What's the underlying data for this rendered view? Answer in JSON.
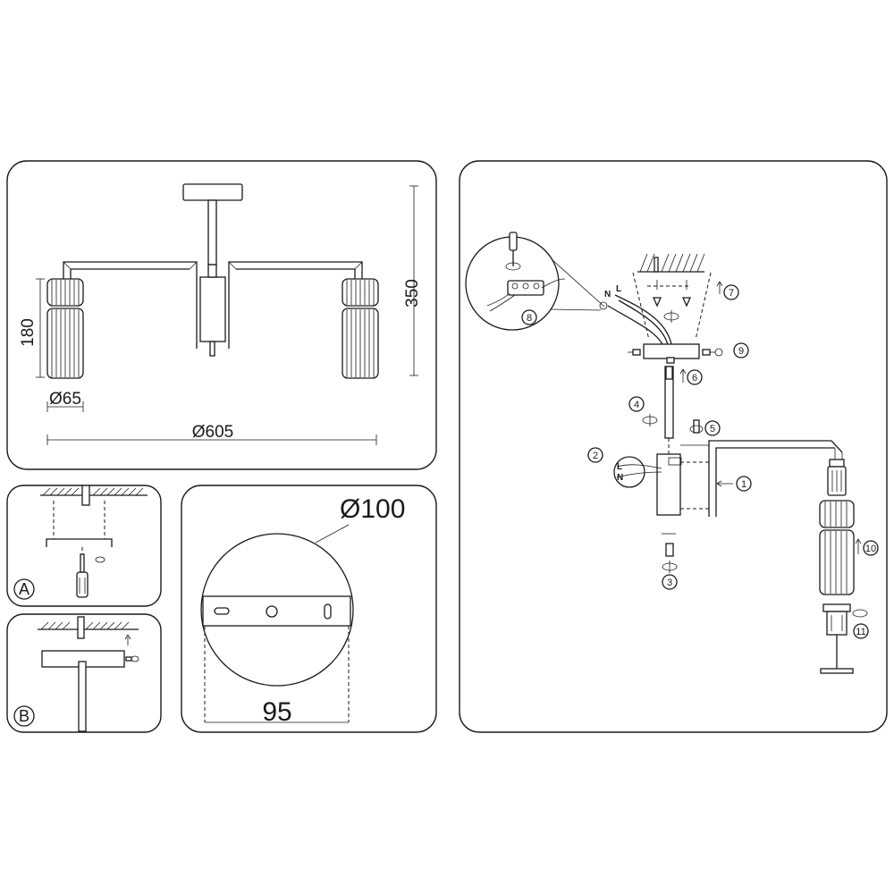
{
  "dimensions": {
    "height_total": "350",
    "height_shade": "180",
    "shade_diameter": "Ø65",
    "span_diameter": "Ø605",
    "canopy_diameter": "Ø100",
    "mount_distance": "95"
  },
  "panel_labels": {
    "a": "A",
    "b": "B"
  },
  "wiring_labels": {
    "neutral": "N",
    "live": "L",
    "lc": "L",
    "nc": "N"
  },
  "steps": [
    "1",
    "2",
    "3",
    "4",
    "5",
    "6",
    "7",
    "8",
    "9",
    "10",
    "11"
  ],
  "colors": {
    "line": "#1a1a1a",
    "background": "#ffffff"
  }
}
